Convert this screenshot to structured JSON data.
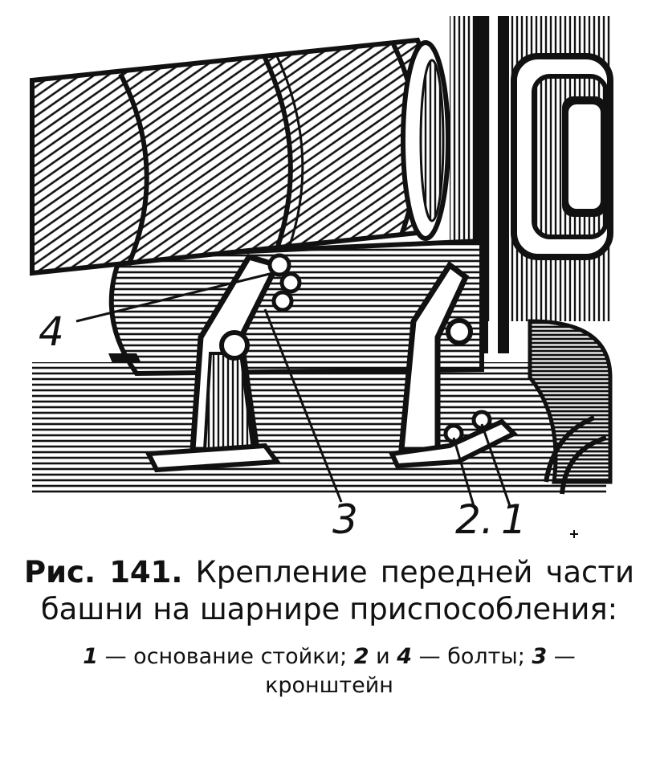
{
  "callouts": [
    {
      "label": "4"
    },
    {
      "label": "3"
    },
    {
      "label": "2."
    },
    {
      "label": "1"
    }
  ],
  "caption": {
    "fig_number": "Рис. 141.",
    "title": "Крепление передней части башни на шарнире приспособления:",
    "legend": {
      "n1": "1",
      "t1": " — основание стойки; ",
      "n2": "2",
      "t2": " и ",
      "n4": "4",
      "t4": " — бол­ты; ",
      "n3": "3",
      "t3": " — кронштейн"
    }
  },
  "colors": {
    "ink": "#111111",
    "paper": "#ffffff"
  }
}
